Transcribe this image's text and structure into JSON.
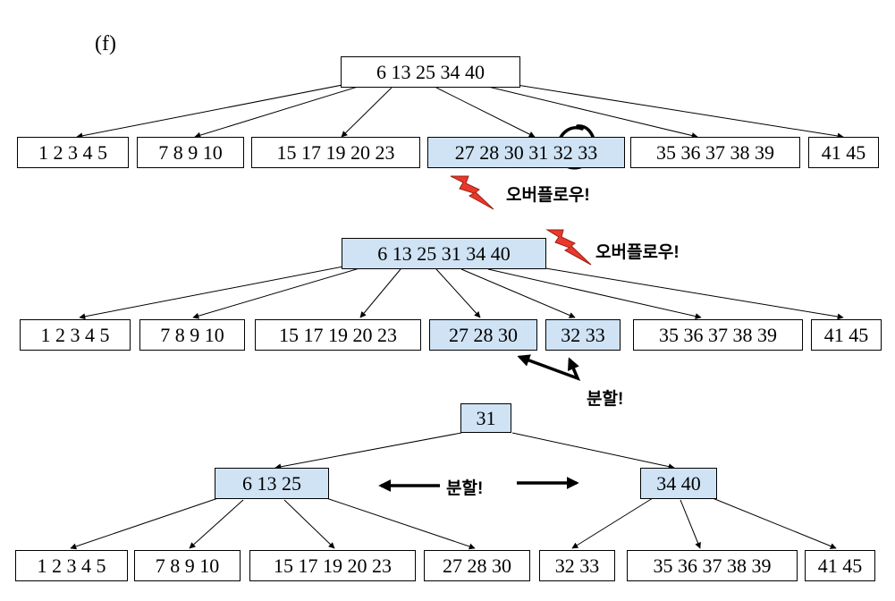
{
  "panel_label": "(f)",
  "colors": {
    "highlight": "#cfe3f5",
    "bolt_fill": "#e8392a",
    "bolt_stroke": "#9a1e12"
  },
  "stage1": {
    "root": "6  13  25  34  40",
    "leaves": [
      "1  2  3  4  5",
      "7  8  9  10",
      "15  17  19  20  23",
      "27  28  30  31  32  33",
      "35  36  37  38  39",
      "41  45"
    ],
    "overflow_label": "오버플로우!"
  },
  "stage2": {
    "root": "6  13  25  31  34  40",
    "leaves": [
      "1  2  3  4  5",
      "7  8  9  10",
      "15  17  19  20  23",
      "27  28  30",
      "32  33",
      "35  36  37  38  39",
      "41  45"
    ],
    "overflow_label": "오버플로우!",
    "split_label": "분할!"
  },
  "stage3": {
    "root": "31",
    "internal": [
      "6  13  25",
      "34  40"
    ],
    "leaves": [
      "1  2  3  4  5",
      "7  8  9  10",
      "15  17  19  20  23",
      "27  28  30",
      "32  33",
      "35  36  37  38  39",
      "41  45"
    ],
    "split_label": "분할!"
  }
}
